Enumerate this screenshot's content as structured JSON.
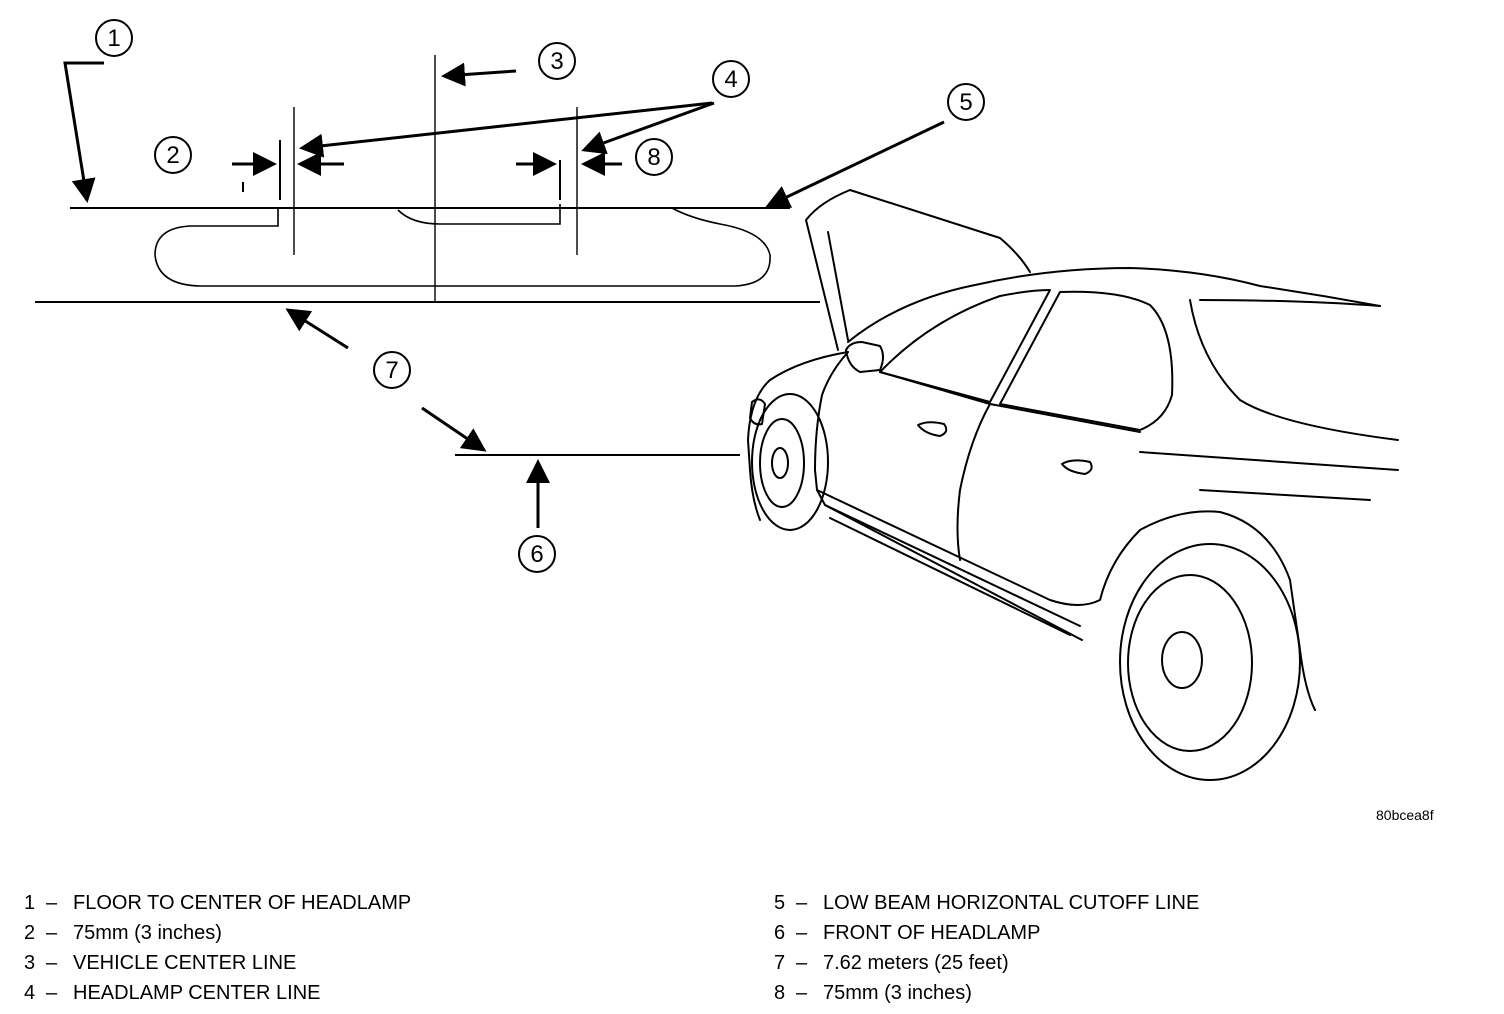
{
  "callouts": [
    {
      "number": "1"
    },
    {
      "number": "2"
    },
    {
      "number": "3"
    },
    {
      "number": "4"
    },
    {
      "number": "5"
    },
    {
      "number": "6"
    },
    {
      "number": "7"
    },
    {
      "number": "8"
    }
  ],
  "reference_code": "80bcea8f",
  "legend": {
    "separator": "–",
    "left": [
      {
        "num": "1",
        "text": "FLOOR TO CENTER OF HEADLAMP"
      },
      {
        "num": "2",
        "text": "75mm (3 inches)"
      },
      {
        "num": "3",
        "text": "VEHICLE CENTER LINE"
      },
      {
        "num": "4",
        "text": "HEADLAMP CENTER LINE"
      }
    ],
    "right": [
      {
        "num": "5",
        "text": "LOW BEAM HORIZONTAL CUTOFF LINE"
      },
      {
        "num": "6",
        "text": "FRONT OF HEADLAMP"
      },
      {
        "num": "7",
        "text": "7.62 meters (25 feet)"
      },
      {
        "num": "8",
        "text": "75mm (3 inches)"
      }
    ]
  }
}
